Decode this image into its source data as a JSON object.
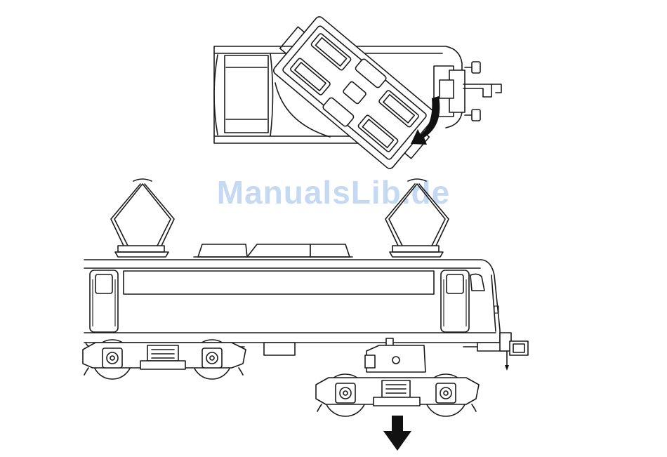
{
  "watermark": {
    "text": "ManualsLib.de",
    "color": "#c5d9f2"
  },
  "colors": {
    "line": "#1a1a1a",
    "background": "#ffffff",
    "arrow": "#111111"
  },
  "figure": {
    "top_view": {
      "component": "bogie",
      "motion": "rotate-out",
      "arrow_icon": "curved-arrow"
    },
    "side_view": {
      "component": "locomotive",
      "motion": "pull-down",
      "arrow_icon": "down-arrow"
    }
  }
}
